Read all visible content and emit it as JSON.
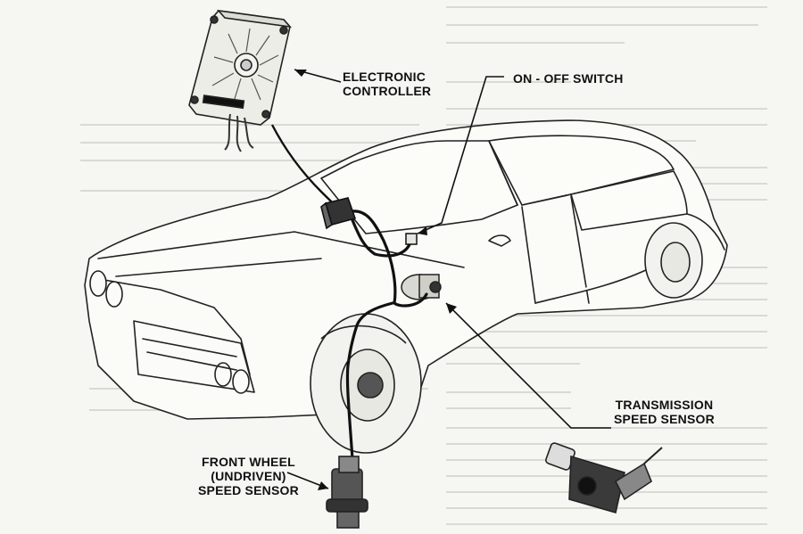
{
  "labels": {
    "electronic_controller": [
      "ELECTRONIC",
      "CONTROLLER"
    ],
    "on_off_switch": "ON - OFF SWITCH",
    "transmission_speed_sensor": [
      "TRANSMISSION",
      "SPEED SENSOR"
    ],
    "front_wheel_speed_sensor": [
      "FRONT WHEEL",
      "(UNDRIVEN)",
      "SPEED SENSOR"
    ]
  },
  "colors": {
    "background": "#f6f6f2",
    "line": "#222222",
    "ghost_text": "#b5b5ae"
  }
}
